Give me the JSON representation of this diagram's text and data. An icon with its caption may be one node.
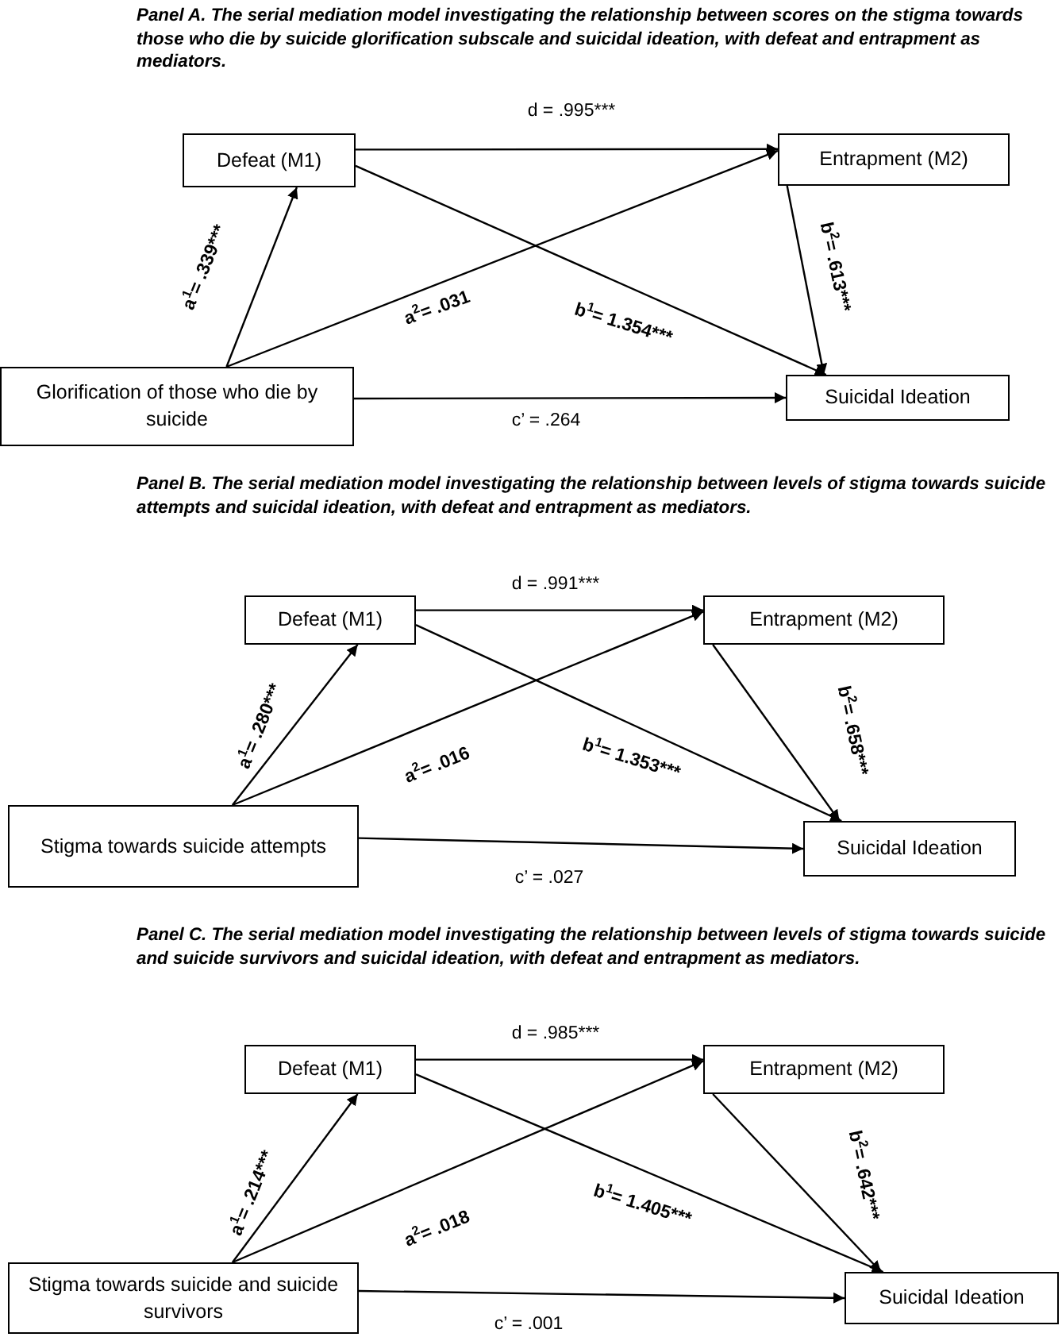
{
  "diagram": {
    "nodes": [
      {
        "text": [
          "Defeat (M1)"
        ]
      },
      {
        "text": [
          "Entrapment (M2)"
        ]
      },
      {
        "text": [
          "Glorification of those who die by suicide"
        ]
      },
      {
        "text": [
          "Suicidal Ideation"
        ]
      },
      {
        "text": [
          "Defeat (M1)"
        ]
      },
      {
        "text": [
          "Entrapment (M2)"
        ]
      },
      {
        "text": [
          "Stigma towards suicide attempts"
        ]
      },
      {
        "text": [
          "Suicidal Ideation"
        ]
      },
      {
        "text": [
          "Defeat (M1)"
        ]
      },
      {
        "text": [
          "Entrapment (M2)"
        ]
      },
      {
        "text": [
          "Stigma towards suicide and suicide survivors"
        ]
      },
      {
        "text": [
          "Suicidal Ideation"
        ]
      }
    ],
    "edges": [
      {
        "from": 2,
        "to": 0,
        "arrow": "to",
        "label": "a$^{1}$= .339***"
      },
      {
        "from": 2,
        "to": 1,
        "arrow": "to",
        "label": "a$^{2}$= .031"
      },
      {
        "from": 0,
        "to": 1,
        "arrow": "to",
        "label": "d = .995***"
      },
      {
        "from": 0,
        "to": 3,
        "arrow": "to",
        "label": "b$^{1}$= 1.354***"
      },
      {
        "from": 1,
        "to": 3,
        "arrow": "to",
        "label": "b$^{2}$= .613***"
      },
      {
        "from": 2,
        "to": 3,
        "arrow": "to",
        "label": "c’ = .264"
      },
      {
        "from": 6,
        "to": 4,
        "arrow": "to",
        "label": "a$^{1}$= .280***"
      },
      {
        "from": 6,
        "to": 5,
        "arrow": "to",
        "label": "a$^{2}$= .016"
      },
      {
        "from": 4,
        "to": 5,
        "arrow": "to",
        "label": "d = .991***"
      },
      {
        "from": 4,
        "to": 7,
        "arrow": "to",
        "label": "b$^{1}$= 1.353***"
      },
      {
        "from": 5,
        "to": 7,
        "arrow": "to",
        "label": "b$^{2}$= .658***"
      },
      {
        "from": 6,
        "to": 7,
        "arrow": "to",
        "label": "c’ = .027"
      },
      {
        "from": 10,
        "to": 8,
        "arrow": "to",
        "label": "a$^{1}$= .214***"
      },
      {
        "from": 10,
        "to": 9,
        "arrow": "to",
        "label": "a$^{2}$= .018"
      },
      {
        "from": 8,
        "to": 9,
        "arrow": "to",
        "label": "d = .985***"
      },
      {
        "from": 8,
        "to": 11,
        "arrow": "to",
        "label": "b$^{1}$= 1.405***"
      },
      {
        "from": 9,
        "to": 11,
        "arrow": "to",
        "label": "b$^{2}$= .642***"
      },
      {
        "from": 10,
        "to": 11,
        "arrow": "to",
        "label": "c’ = .001"
      }
    ],
    "labels": [
      "Panel A. The serial mediation model investigating the relationship between scores on the stigma towards those who die by suicide glorification subscale and suicidal ideation, with defeat and entrapment as mediators.",
      "Panel B. The serial mediation model investigating the relationship between levels of stigma towards suicide attempts and suicidal ideation, with defeat and entrapment as mediators.",
      "Panel C. The serial mediation model investigating the relationship between levels of stigma towards suicide and suicide survivors and suicidal ideation, with defeat and entrapment as mediators."
    ]
  }
}
